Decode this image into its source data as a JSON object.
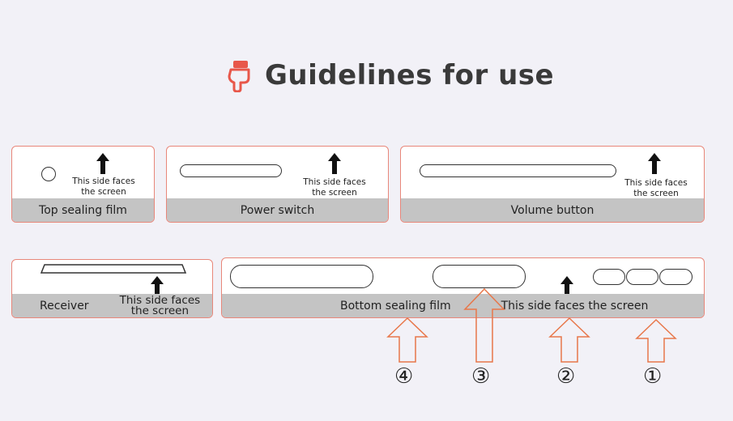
{
  "title": "Guidelines for use",
  "icons": {
    "title_icon": "pointing-hand-icon",
    "arrow": "up-arrow-icon"
  },
  "colors": {
    "accent": "#e8877a",
    "arrow_outline": "#e8774a",
    "label_bar": "#c4c4c4",
    "background": "#f2f1f7"
  },
  "cards": {
    "top_sealing": {
      "label": "Top sealing film",
      "note_line1": "This side faces",
      "note_line2": "the screen"
    },
    "power_switch": {
      "label": "Power switch",
      "note_line1": "This side faces",
      "note_line2": "the screen"
    },
    "volume_button": {
      "label": "Volume button",
      "note_line1": "This side faces",
      "note_line2": "the screen"
    },
    "receiver": {
      "label": "Receiver",
      "note_line1": "This side faces",
      "note_line2": "the screen"
    },
    "bottom_sealing": {
      "label": "Bottom sealing film",
      "note": "This side faces the screen"
    }
  },
  "markers": [
    "④",
    "③",
    "②",
    "①"
  ]
}
